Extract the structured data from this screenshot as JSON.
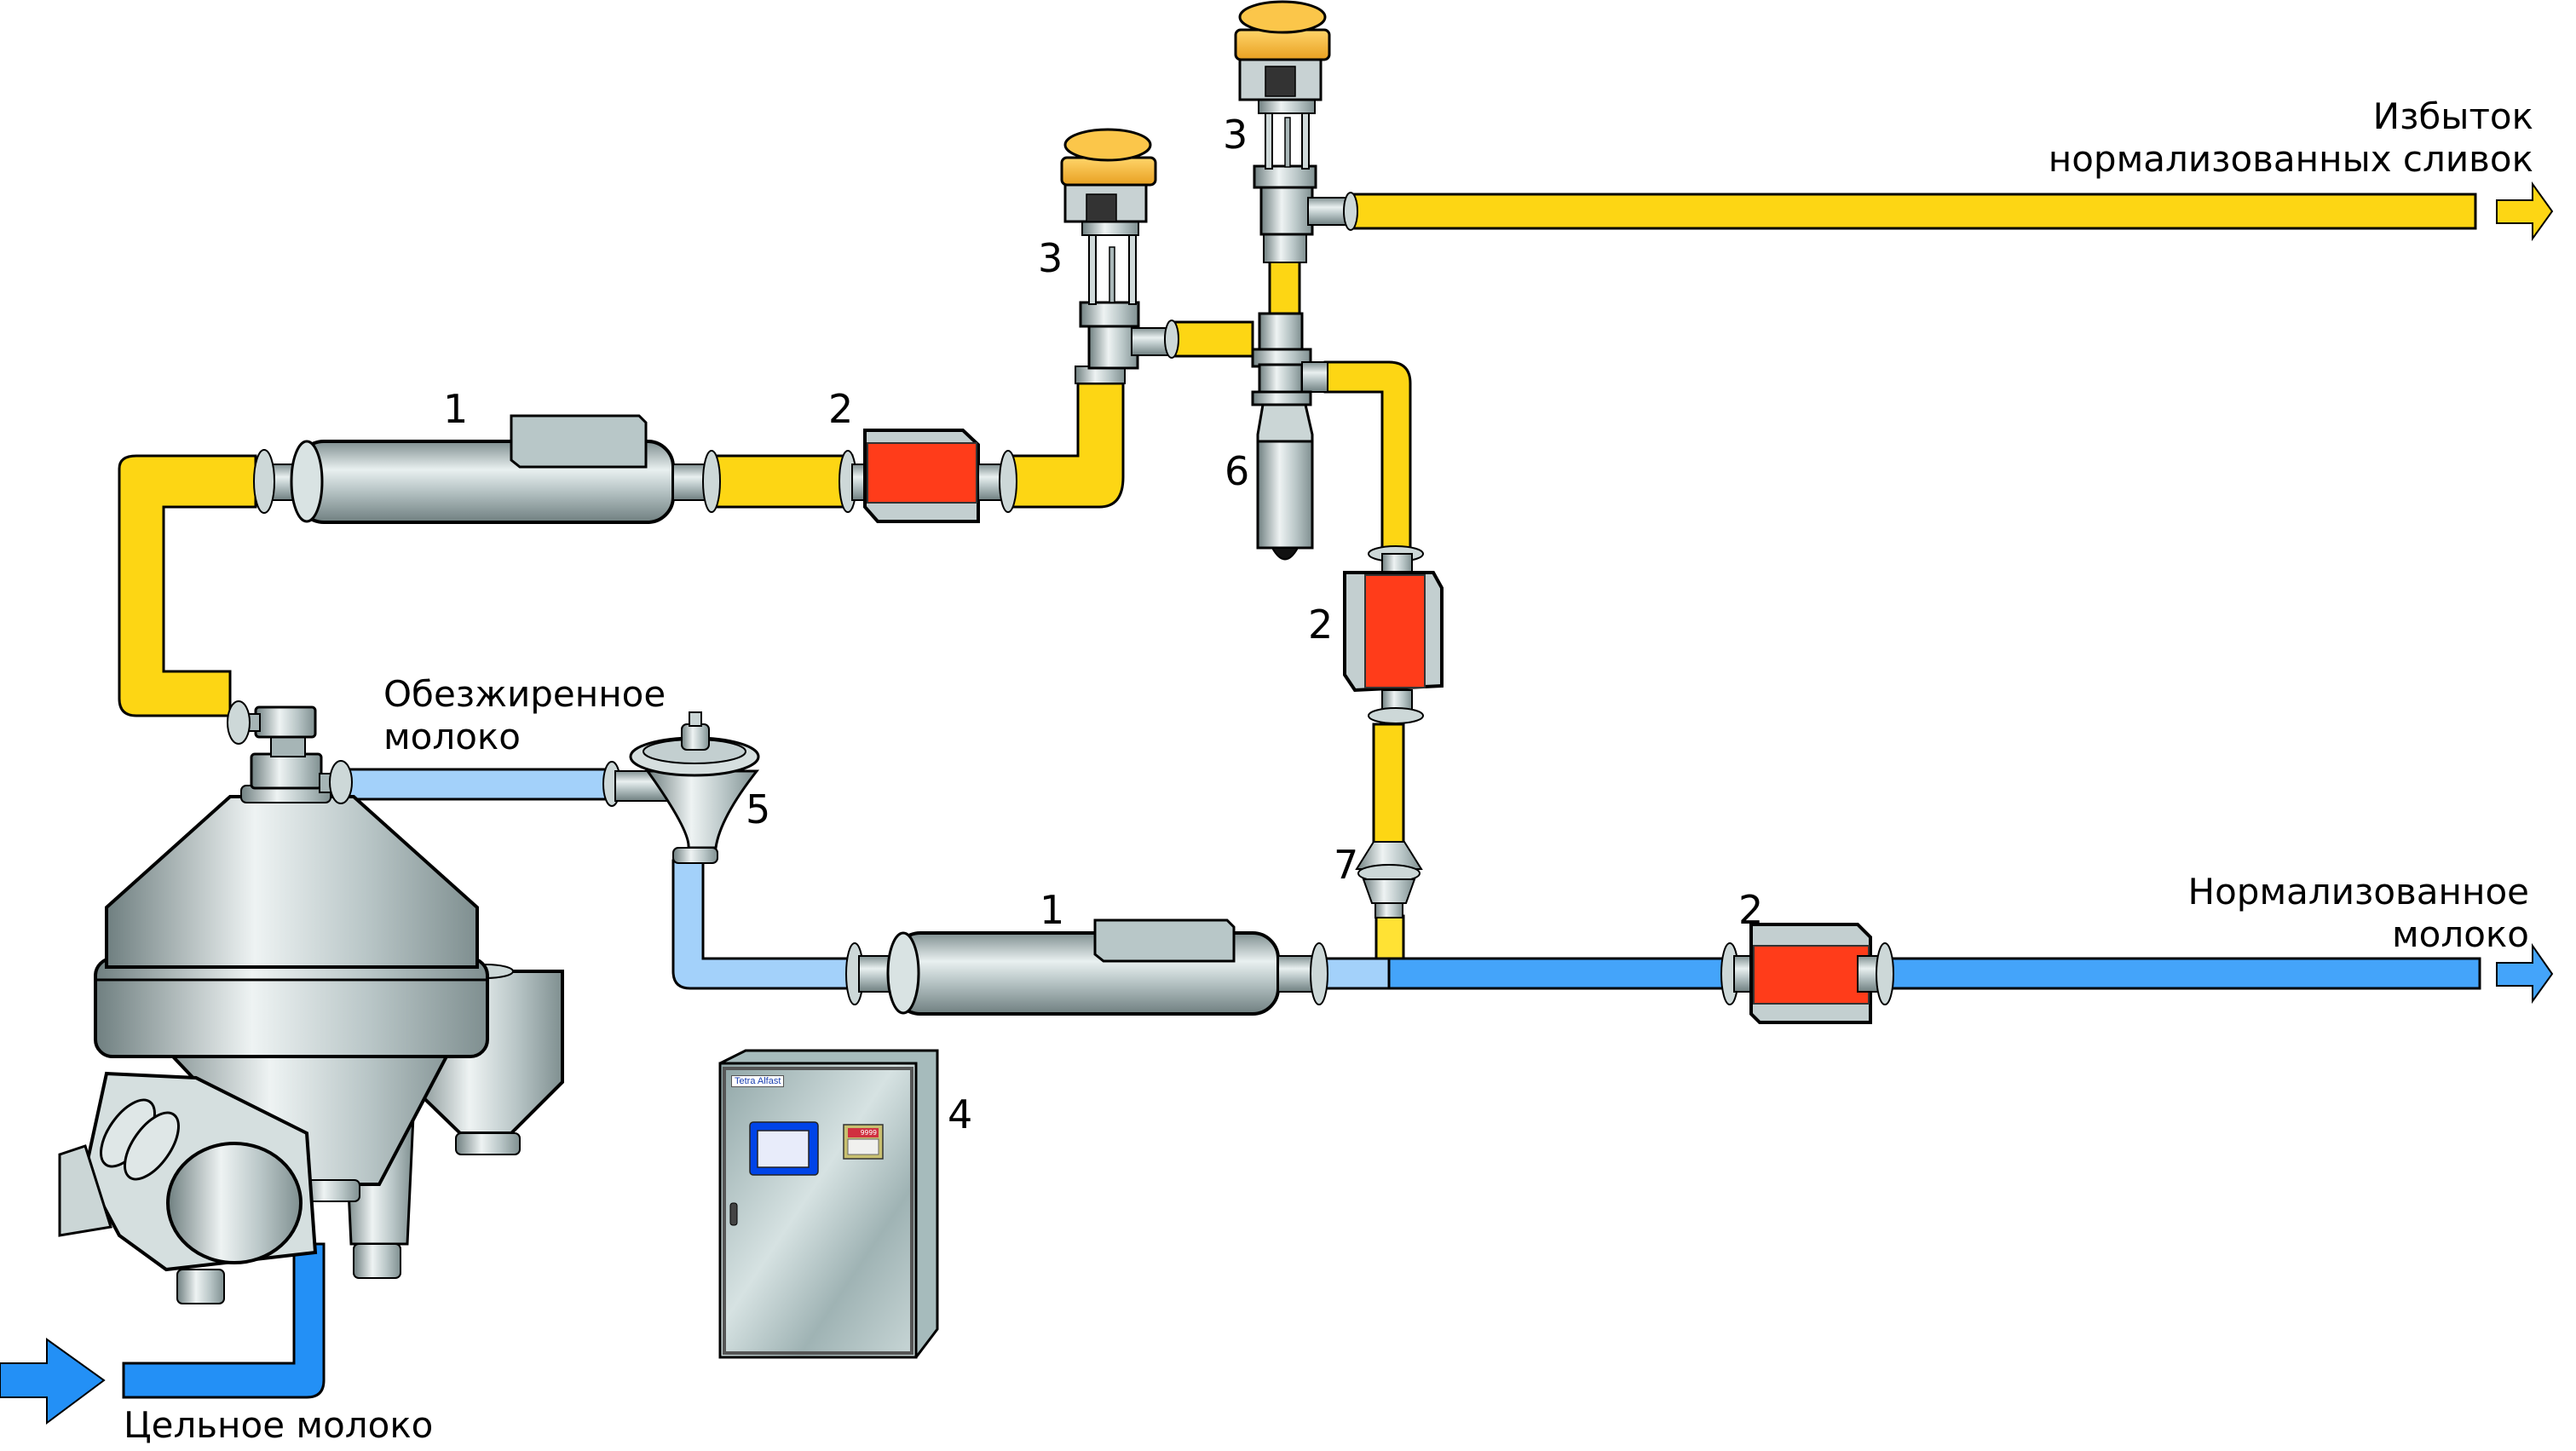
{
  "title": "Схема прямой стандартизации молока (Tetra Alfast)",
  "streams": {
    "whole_milk_in": "Цельное молоко",
    "skim_milk": "Обезжиренное\nмолоко",
    "skim_milk_line1": "Обезжиренное",
    "skim_milk_line2": "молоко",
    "excess_cream_line1": "Избыток",
    "excess_cream_line2": "нормализованных сливок",
    "standardized_milk_line1": "Нормализованное",
    "standardized_milk_line2": "молоко"
  },
  "components": [
    {
      "id": "density-meter-cream",
      "number": "1"
    },
    {
      "id": "flow-meter-cream",
      "number": "2"
    },
    {
      "id": "control-valve-left",
      "number": "3"
    },
    {
      "id": "control-valve-right",
      "number": "3"
    },
    {
      "id": "flow-meter-cream-vertical",
      "number": "2"
    },
    {
      "id": "shut-off-valve",
      "number": "6"
    },
    {
      "id": "check-valve",
      "number": "7"
    },
    {
      "id": "constant-pressure-valve",
      "number": "5"
    },
    {
      "id": "density-meter-skim",
      "number": "1"
    },
    {
      "id": "flow-meter-standardized",
      "number": "2"
    },
    {
      "id": "control-cabinet",
      "number": "4"
    }
  ],
  "cabinet": {
    "brand_label": "Tetra Alfast",
    "display_value": "9999"
  },
  "colors": {
    "cream_pipe": "#FDD614",
    "skim_pipe": "#A3D1FA",
    "milk_pipe": "#44A4FA",
    "whole_milk_pipe": "#2390F6",
    "flow_meter_body": "#FF3C1A",
    "actuator": "#F8B830",
    "steel": "#C3CFD0",
    "touch_panel": "#0044E8"
  }
}
